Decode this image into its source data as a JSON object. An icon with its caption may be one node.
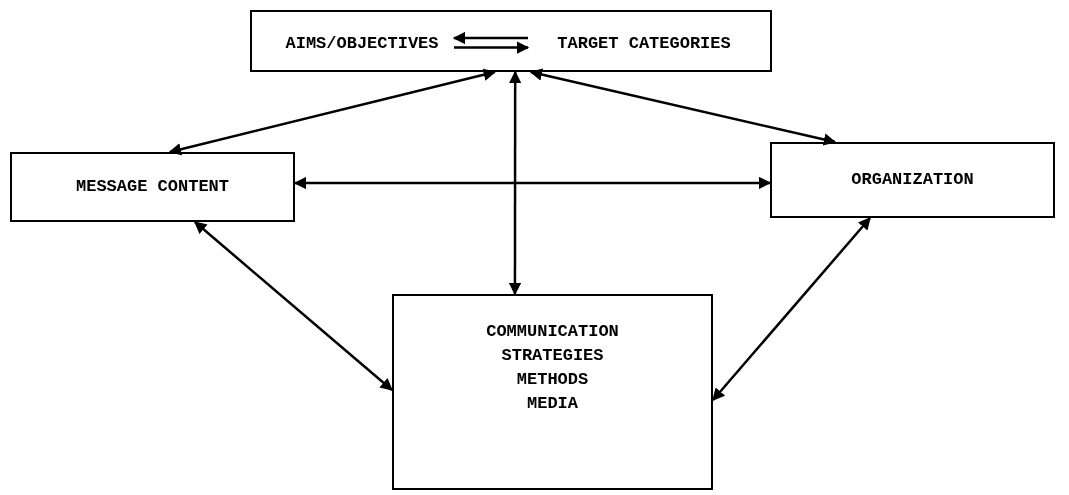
{
  "diagram": {
    "nodes": [
      {
        "text": [],
        "shape": "box"
      },
      {
        "text": [
          "AIMS/OBJECTIVES"
        ],
        "in": 0
      },
      {
        "text": [
          "TARGET CATEGORIES"
        ],
        "in": 0
      },
      {
        "text": [
          "MESSAGE CONTENT"
        ]
      },
      {
        "text": [
          "ORGANIZATION"
        ]
      },
      {
        "text": [
          "COMMUNICATION",
          "STRATEGIES",
          "METHODS",
          "MEDIA"
        ]
      }
    ],
    "edges": [
      {
        "from": 2,
        "to": 1,
        "arrow": "to"
      },
      {
        "from": 1,
        "to": 2,
        "arrow": "to"
      },
      {
        "from": 0,
        "to": 3,
        "arrow": "both"
      },
      {
        "from": 0,
        "to": 5,
        "arrow": "both"
      },
      {
        "from": 0,
        "to": 4,
        "arrow": "both"
      },
      {
        "from": 3,
        "to": 4,
        "arrow": "both"
      },
      {
        "from": 3,
        "to": 5,
        "arrow": "both"
      },
      {
        "from": 4,
        "to": 5,
        "arrow": "both"
      }
    ]
  }
}
